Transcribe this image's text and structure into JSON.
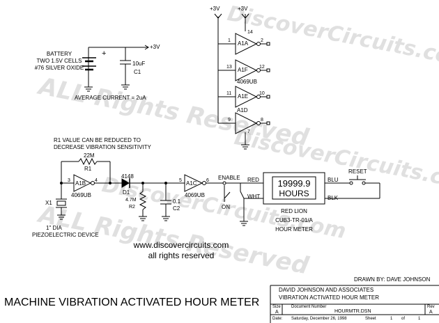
{
  "watermark": {
    "line1": "DiscoverCircuits.com",
    "line2": "ALL Rights Reserved"
  },
  "power_rail": {
    "plus3v": "+3V"
  },
  "battery": {
    "plus_sign": "+",
    "label_l1": "BATTERY",
    "label_l2": "TWO 1.5V CELLS",
    "label_l3": "#76 SILVER OXIDE"
  },
  "c1": {
    "value": "10uF",
    "ref": "C1"
  },
  "average_current": "AVERAGE CURRENT = 2uA",
  "gates": {
    "a1a": "A1A",
    "a1f": "A1F",
    "a1e": "A1E",
    "a1d": "A1D",
    "a1b": "A1B",
    "a1c": "A1C",
    "part": "4069UB",
    "pins": {
      "p1": "1",
      "p2": "2",
      "p14": "14",
      "p13": "13",
      "p12": "12",
      "p11": "11",
      "p10": "10",
      "p9": "9",
      "p8": "8",
      "p7": "7",
      "p3": "3",
      "p4": "4",
      "p5": "5",
      "p6": "6"
    }
  },
  "r1_note_l1": "R1 VALUE CAN BE REDUCED TO",
  "r1_note_l2": "DECREASE VIBRATION SENSITIVITY",
  "r1": {
    "value": "22M",
    "ref": "R1"
  },
  "d1": {
    "part": "4148",
    "ref": "D1"
  },
  "r2": {
    "value": "4.7M",
    "ref": "R2"
  },
  "c2": {
    "value": "0.1",
    "ref": "C2"
  },
  "x1": {
    "ref": "X1",
    "desc_l1": "1\" DIA",
    "desc_l2": "PIEZOELECTRIC DEVICE"
  },
  "enable_switch": {
    "label": "ENABLE",
    "on": "ON"
  },
  "meter": {
    "display_value": "19999.9",
    "display_unit": "HOURS",
    "red": "RED",
    "wht": "WHT",
    "blu": "BLU",
    "blk": "BLK",
    "maker": "RED LION",
    "model": "CUB3-TR-01/A",
    "name": "HOUR METER"
  },
  "reset": "RESET",
  "site": {
    "url": "www.discovercircuits.com",
    "rights": "all rights reserved"
  },
  "drawn_by": "DRAWN BY:  DAVE JOHNSON",
  "title": "MACHINE VIBRATION ACTIVATED HOUR METER",
  "title_block": {
    "company": "DAVID JOHNSON AND ASSOCIATES",
    "project": "VIBRATION ACTIVATED HOUR METER",
    "size_label": "Size",
    "size_value": "A",
    "docnum_label": "Document Number",
    "docnum_value": "HOURMTR.DSN",
    "rev_label": "Rev",
    "rev_value": "A",
    "date_label": "Date:",
    "date_value": "Saturday, December 26, 1998",
    "sheet_label": "Sheet",
    "sheet_num": "1",
    "of_label": "of",
    "sheet_total": "1"
  }
}
